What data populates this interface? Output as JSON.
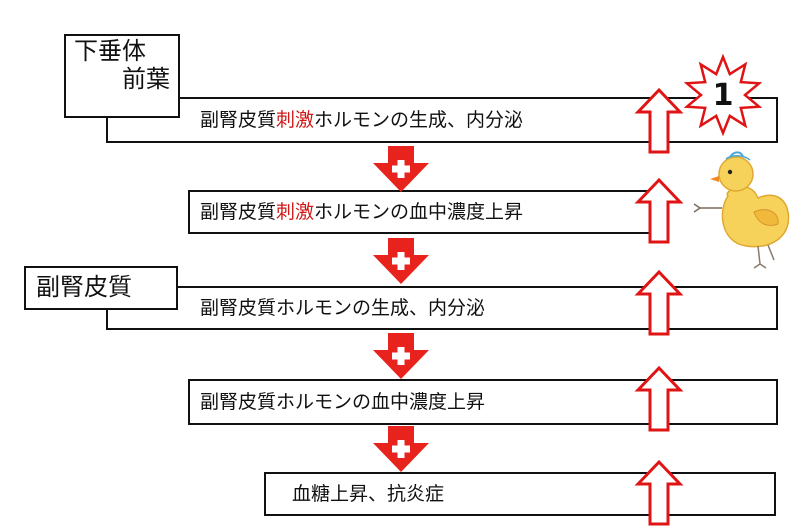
{
  "tags": {
    "anterior_pituitary": [
      "下垂体",
      "前葉"
    ],
    "adrenal_cortex": "副腎皮質"
  },
  "steps": [
    {
      "pre": "副腎皮質",
      "hl": "刺激",
      "post": "ホルモンの生成、内分泌"
    },
    {
      "pre": "副腎皮質",
      "hl": "刺激",
      "post": "ホルモンの血中濃度上昇"
    },
    {
      "pre": "副腎皮質ホルモンの生成、内分泌",
      "hl": "",
      "post": ""
    },
    {
      "pre": "副腎皮質ホルモンの血中濃度上昇",
      "hl": "",
      "post": ""
    },
    {
      "pre": "血糖上昇、抗炎症",
      "hl": "",
      "post": ""
    }
  ],
  "badge": {
    "number": "1"
  },
  "colors": {
    "highlight": "#d01818",
    "down_arrow": "#e8231e",
    "up_arrow_outline": "#e01414",
    "border": "#111111"
  },
  "icons": {
    "down_arrow": "down-arrow-plus-icon",
    "up_arrow": "up-arrow-outline-icon",
    "badge": "starburst-badge-icon",
    "mascot": "chick-illustration-icon"
  }
}
